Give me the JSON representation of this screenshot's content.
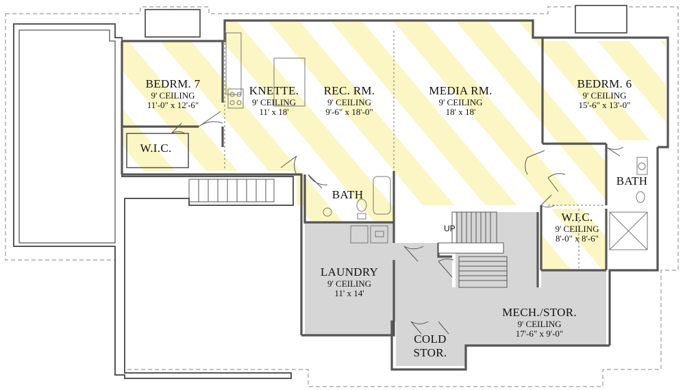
{
  "colors": {
    "stripe_yellow": "#fbf6c4",
    "unfinished_gray": "#d6d6d6",
    "wall": "#555555",
    "outline": "#9a9a9a"
  },
  "rooms": {
    "bedrm7": {
      "name": "BEDRM. 7",
      "ceiling": "9' CEILING",
      "size": "11'-0\" x 12'-6\""
    },
    "wic_left": {
      "name": "W.I.C."
    },
    "knette": {
      "name": "KNETTE.",
      "ceiling": "9' CEILING",
      "size": "11' x 18'"
    },
    "rec_rm": {
      "name": "REC. RM.",
      "ceiling": "9' CEILING",
      "size": "9'-6\" x 18'-0\""
    },
    "media_rm": {
      "name": "MEDIA RM.",
      "ceiling": "9' CEILING",
      "size": "18' x 18'"
    },
    "bedrm6": {
      "name": "BEDRM. 6",
      "ceiling": "9' CEILING",
      "size": "15'-6\" x 13'-0\""
    },
    "bath_center": {
      "name": "BATH"
    },
    "bath_right": {
      "name": "BATH"
    },
    "wic_right": {
      "name": "W.I.C.",
      "ceiling": "9' CEILING",
      "size": "8'-0\" x 8'-6\""
    },
    "laundry": {
      "name": "LAUNDRY",
      "ceiling": "9' CEILING",
      "size": "11' x 14'"
    },
    "mech_stor": {
      "name": "MECH./STOR.",
      "ceiling": "9' CEILING",
      "size": "17'-6\" x 9'-0\""
    },
    "cold_stor": {
      "name": "COLD",
      "name2": "STOR."
    }
  },
  "stair_label": "UP"
}
